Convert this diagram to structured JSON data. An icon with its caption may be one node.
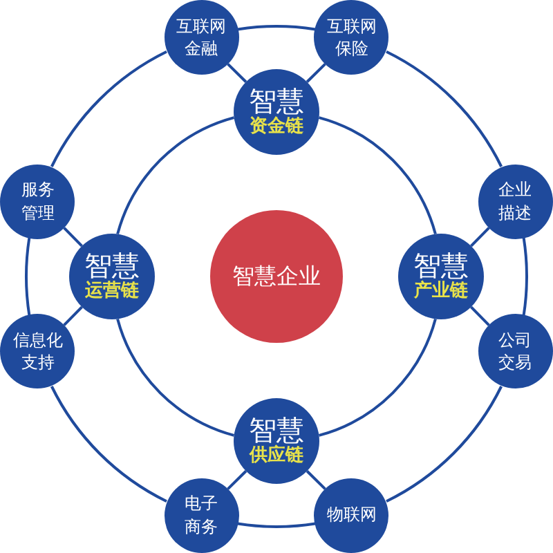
{
  "diagram": {
    "nodes": [
      {
        "text": [
          "互联网金融"
        ]
      },
      {
        "text": [
          "互联网保险"
        ]
      },
      {
        "text": [
          "智慧",
          "资金链"
        ]
      },
      {
        "text": [
          "服务管理"
        ]
      },
      {
        "text": [
          "企业描述"
        ]
      },
      {
        "text": [
          "智慧",
          "运营链"
        ]
      },
      {
        "text": [
          "智慧企业"
        ]
      },
      {
        "text": [
          "智慧",
          "产业链"
        ]
      },
      {
        "text": [
          "信息化支持"
        ]
      },
      {
        "text": [
          "公司交易"
        ]
      },
      {
        "text": [
          "智慧",
          "供应链"
        ]
      },
      {
        "text": [
          "电子商务"
        ]
      },
      {
        "text": [
          "物联网"
        ]
      }
    ],
    "edges": [
      {
        "from": 2,
        "to": 0,
        "arrow": "none"
      },
      {
        "from": 2,
        "to": 1,
        "arrow": "none"
      },
      {
        "from": 5,
        "to": 3,
        "arrow": "none"
      },
      {
        "from": 7,
        "to": 4,
        "arrow": "none"
      },
      {
        "from": 5,
        "to": 8,
        "arrow": "none"
      },
      {
        "from": 7,
        "to": 9,
        "arrow": "none"
      },
      {
        "from": 10,
        "to": 11,
        "arrow": "none"
      },
      {
        "from": 10,
        "to": 12,
        "arrow": "none"
      },
      {
        "from": 2,
        "to": 7,
        "arrow": "none"
      },
      {
        "from": 7,
        "to": 10,
        "arrow": "none"
      },
      {
        "from": 10,
        "to": 5,
        "arrow": "none"
      },
      {
        "from": 5,
        "to": 2,
        "arrow": "none"
      },
      {
        "from": 0,
        "to": 1,
        "arrow": "none"
      },
      {
        "from": 1,
        "to": 4,
        "arrow": "none"
      },
      {
        "from": 4,
        "to": 9,
        "arrow": "none"
      },
      {
        "from": 9,
        "to": 12,
        "arrow": "none"
      },
      {
        "from": 12,
        "to": 11,
        "arrow": "none"
      },
      {
        "from": 11,
        "to": 8,
        "arrow": "none"
      },
      {
        "from": 8,
        "to": 3,
        "arrow": "none"
      },
      {
        "from": 3,
        "to": 0,
        "arrow": "none"
      }
    ]
  }
}
